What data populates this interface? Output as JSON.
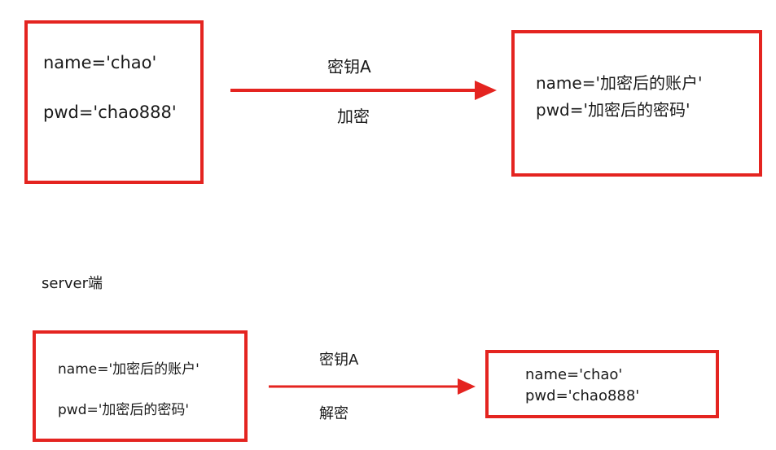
{
  "colors": {
    "accent": "#e42420",
    "text": "#1a1a1a",
    "background": "#ffffff"
  },
  "top": {
    "left_box": {
      "line1": "name='chao'",
      "line2": "pwd='chao888'"
    },
    "arrow": {
      "label_top": "密钥A",
      "label_bottom": "加密"
    },
    "right_box": {
      "line1": "name='加密后的账户'",
      "line2": "pwd='加密后的密码'"
    }
  },
  "section_label": "server端",
  "bottom": {
    "left_box": {
      "line1": "name='加密后的账户'",
      "line2": "pwd='加密后的密码'"
    },
    "arrow": {
      "label_top": "密钥A",
      "label_bottom": "解密"
    },
    "right_box": {
      "line1": "name='chao'",
      "line2": "pwd='chao888'"
    }
  }
}
